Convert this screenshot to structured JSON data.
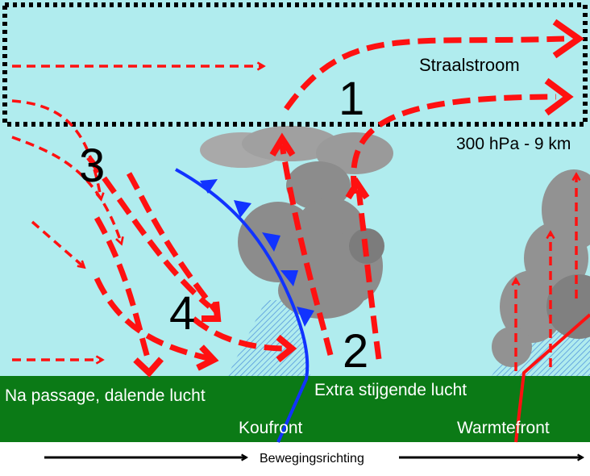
{
  "labels": {
    "jet": "Straalstroom",
    "level": "300 hPa - 9 km",
    "n1": "1",
    "n2": "2",
    "n3": "3",
    "n4": "4",
    "descending": "Na passage, dalende lucht",
    "rising": "Extra stijgende lucht",
    "cold_front": "Koufront",
    "warm_front": "Warmtefront",
    "movement": "Bewegingsrichting"
  },
  "colors": {
    "sky": "#b0ecee",
    "ground": "#0b7a16",
    "arrow": "#ff1111",
    "cold_front": "#1133ff",
    "warm_front": "#ff1111",
    "cloud": "#8e8e8e",
    "rain": "#5599dd"
  }
}
